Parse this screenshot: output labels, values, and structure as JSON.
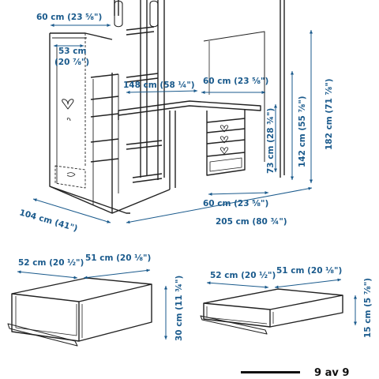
{
  "dimensions": {
    "loft_width": "60 cm (23 ⅝\")",
    "wardrobe_depth": "53 cm",
    "wardrobe_depth_in": "(20 ⅞\")",
    "desk_width": "148 cm (58 ¼\")",
    "desk_depth": "60 cm (23 ⅝\")",
    "overall_height": "182 cm (71 ⅞\")",
    "loft_height": "142 cm (55 ⅞\")",
    "desk_height": "73 cm (28 ¾\")",
    "desk_base_depth": "60 cm (23 ⅝\")",
    "overall_depth": "104 cm (41\")",
    "overall_length": "205 cm (80 ¾\")",
    "drawer_large_width": "52 cm (20 ½\")",
    "drawer_large_depth": "51 cm (20 ⅛\")",
    "drawer_large_height": "30 cm (11 ¾\")",
    "drawer_small_width": "52 cm (20 ½\")",
    "drawer_small_depth": "51 cm (20 ⅛\")",
    "drawer_small_height": "15 cm (5 ⅞\")"
  },
  "footer": {
    "page": "9 av 9",
    "progress": 1.0
  },
  "colors": {
    "line": "#222222",
    "dim": "#1a5a8c"
  }
}
